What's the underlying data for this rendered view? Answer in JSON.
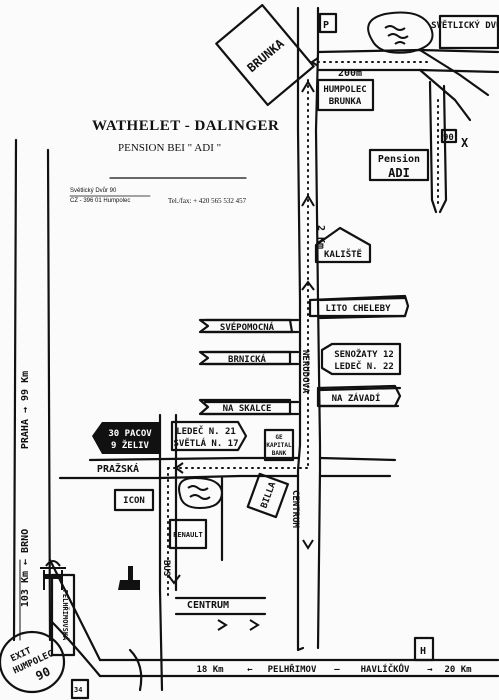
{
  "header": {
    "company": "WATHELET - DALINGER",
    "pension": "PENSION BEI \" ADI \"",
    "address_street": "Světlický Dvůr 90",
    "address_city": "CZ - 396 01 Humpolec",
    "phone": "Tel./fax: + 420 565 532 457"
  },
  "labels": {
    "brunka": "BRUNKA",
    "p_sign": "P",
    "svetlicky_dvur": "SVĚTLICKÝ DVŮR",
    "distance_200m": "200m",
    "humpolec_brunka": [
      "HUMPOLEC",
      "BRUNKA"
    ],
    "pension_adi": [
      "Pension",
      "ADI"
    ],
    "house_90": "90",
    "x_mark": "X",
    "distance_2km": "2 Km",
    "kaliste": "KALIŠTĚ",
    "lito_cheleby": "LITO CHELEBY",
    "svepomocna": "SVÉPOMOCNÁ",
    "senozaty": [
      "SENOŽATY 12",
      "LEDEČ N. 22"
    ],
    "brnicka": "BRNICKÁ",
    "nerudova": "NERUDOVA",
    "na_skalce": "NA SKALCE",
    "na_zavadi": "NA ZÁVADÍ",
    "pacov_zeliv": [
      "30 PACOV",
      "9 ŽELIV"
    ],
    "ledec_svetla": [
      "LEDEČ N. 21",
      "SVĚTLÁ N. 17"
    ],
    "ge_bank": [
      "GE",
      "KAPITAL",
      "BANK"
    ],
    "prazska": "PRAŽSKÁ",
    "icon": "ICON",
    "billa": "BILLA",
    "centrum_vertical": "CENTRUM",
    "renault": "RENAULT",
    "bus": "BUS",
    "centrum": "CENTRUM",
    "praha_99": "PRAHA → 99 Km",
    "brno_103": "103 Km ← BRNO",
    "pelhrimovska": "PELHŘIMOVSKÁ",
    "exit_humpolec": [
      "EXIT",
      "HUMPOLEC",
      "90"
    ],
    "km18": "18 Km",
    "pelhrimov": "PELHŘIMOV",
    "havlickuv": "HAVLÍČKŮV",
    "km20": "20 Km",
    "h_sign": "H",
    "sign_34": "34"
  }
}
